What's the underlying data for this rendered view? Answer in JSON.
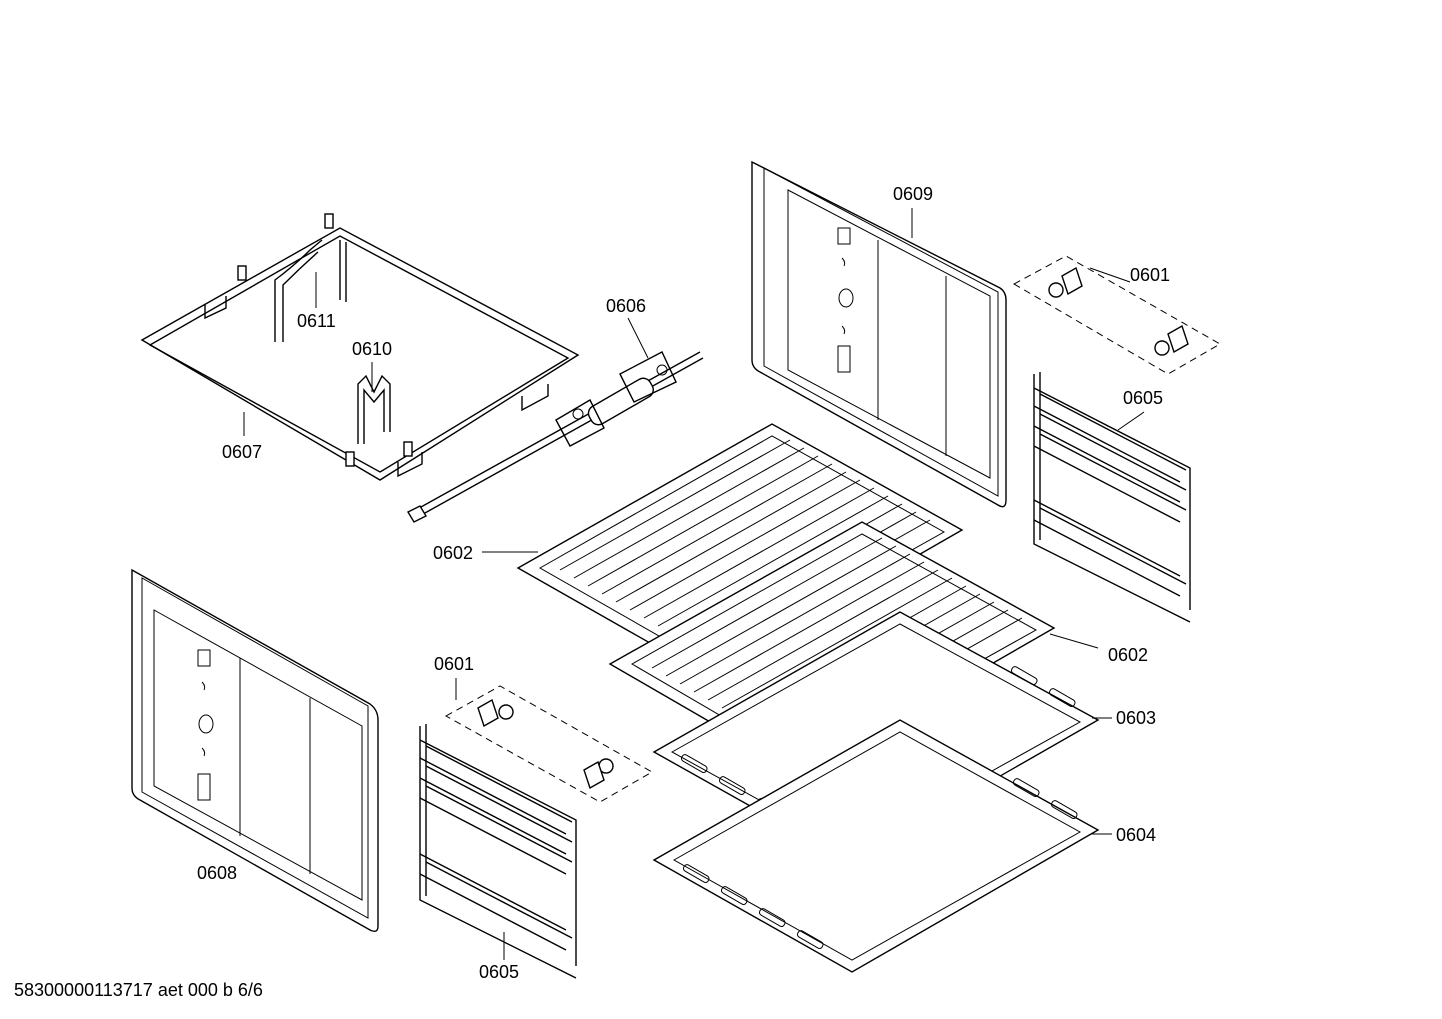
{
  "labels": {
    "l0609": "0609",
    "l0601_top": "0601",
    "l0606": "0606",
    "l0611": "0611",
    "l0610": "0610",
    "l0607": "0607",
    "l0605_top": "0605",
    "l0602_top": "0602",
    "l0602_mid": "0602",
    "l0601_bottom": "0601",
    "l0603": "0603",
    "l0604": "0604",
    "l0608": "0608",
    "l0605_bottom": "0605"
  },
  "footer": {
    "document_id": "58300000113717 aet 000 b 6/6"
  }
}
